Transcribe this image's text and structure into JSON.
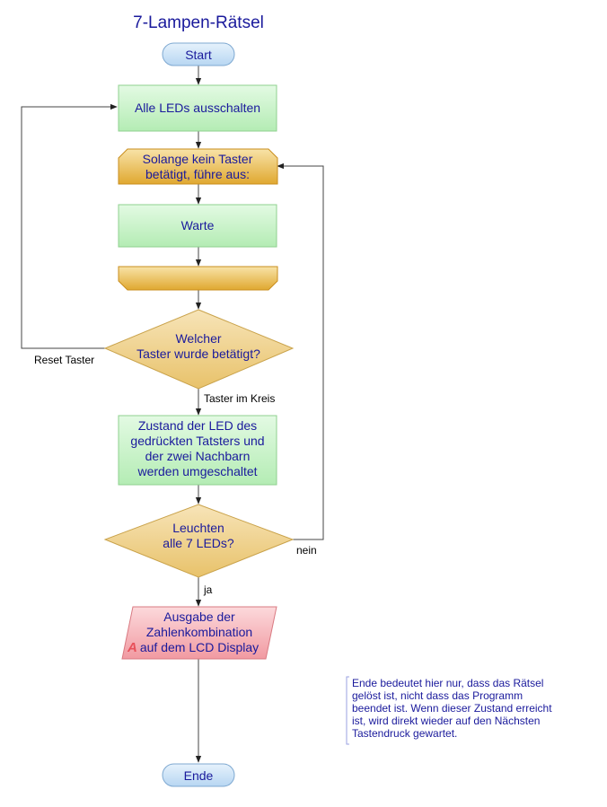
{
  "title": "7-Lampen-Rätsel",
  "nodes": {
    "start": "Start",
    "leds_off": "Alle LEDs ausschalten",
    "loop_line1": "Solange kein Taster",
    "loop_line2": "betätigt, führe aus:",
    "wait": "Warte",
    "decision1_line1": "Welcher",
    "decision1_line2": "Taster wurde betätigt?",
    "toggle_line1": "Zustand der LED des",
    "toggle_line2": "gedrückten Tatsters und",
    "toggle_line3": "der zwei Nachbarn",
    "toggle_line4": "werden umgeschaltet",
    "decision2_line1": "Leuchten",
    "decision2_line2": "alle 7 LEDs?",
    "output_marker": "A",
    "output_line1": "Ausgabe der",
    "output_line2": "Zahlenkombination",
    "output_line3": "auf dem LCD Display",
    "end": "Ende"
  },
  "edges": {
    "reset": "Reset Taster",
    "circle": "Taster im Kreis",
    "no": "nein",
    "yes": "ja"
  },
  "note": {
    "line1": "Ende bedeutet hier nur, dass das Rätsel",
    "line2": "gelöst ist, nicht dass das Programm",
    "line3": "beendet ist. Wenn dieser Zustand erreicht",
    "line4": "ist, wird direkt wieder auf den Nächsten",
    "line5": "Tastendruck gewartet."
  },
  "colors": {
    "terminal_fill": "#cfe4f7",
    "process_fill": "#c9f2c9",
    "loop_fill": "#f0c95a",
    "decision_fill": "#f2d79a",
    "output_fill": "#f7b8bd",
    "text": "#1a1a9c"
  }
}
